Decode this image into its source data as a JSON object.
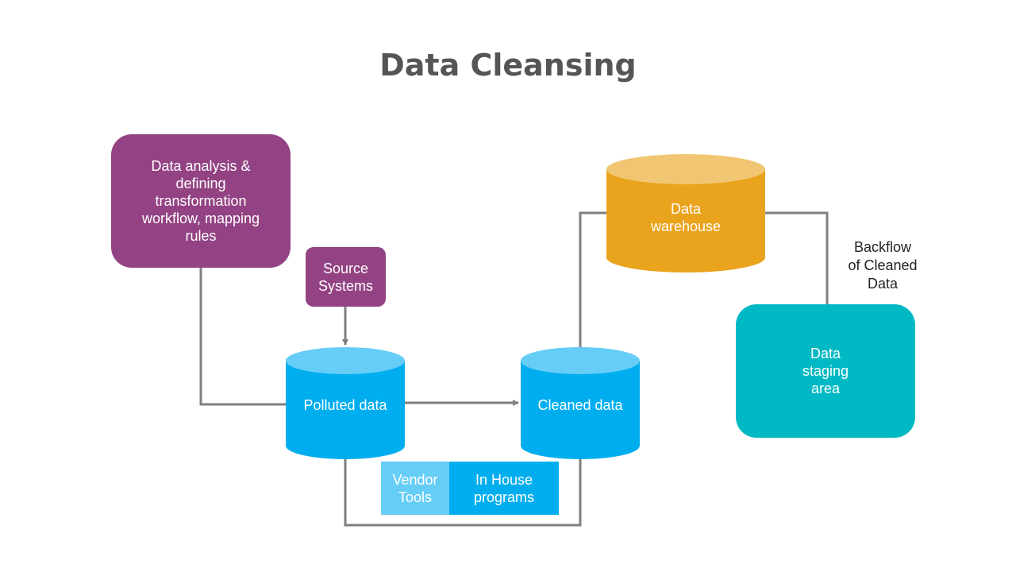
{
  "title": "Data Cleansing",
  "nodes": {
    "analysis": "Data analysis &\ndefining\ntransformation\nworkflow, mapping\nrules",
    "source": "Source\nSystems",
    "polluted": "Polluted data",
    "cleaned": "Cleaned data",
    "warehouse": "Data\nwarehouse",
    "staging": "Data\nstaging\narea",
    "vendor_tools": "Vendor\nTools",
    "in_house": "In House\nprograms"
  },
  "annotations": {
    "backflow": "Backflow\nof Cleaned\nData"
  },
  "colors": {
    "title": "#555555",
    "purple": "#934383",
    "cyan_body": "#00aeef",
    "cyan_top": "#66cdf7",
    "orange_body": "#eaa31c",
    "orange_top": "#f1c672",
    "teal": "#00b9c4",
    "connector": "#7f7f7f"
  }
}
